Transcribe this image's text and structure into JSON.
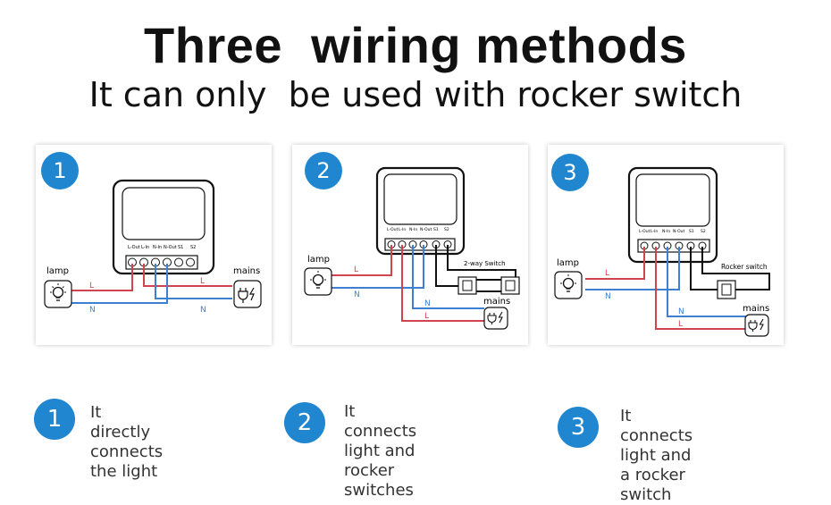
{
  "header": {
    "title": "Three  wiring methods",
    "subtitle": "It can only  be used with rocker switch"
  },
  "panels": [
    {
      "number": "1",
      "terminals": [
        "L-Out",
        "L-In",
        "N-In",
        "N-Out",
        "S1",
        "S2"
      ],
      "lamp_label": "lamp",
      "mains_label": "mains",
      "wire_labels": [
        "L",
        "N",
        "L",
        "N"
      ]
    },
    {
      "number": "2",
      "terminals": [
        "L-Out",
        "L-In",
        "N-In",
        "N-Out",
        "S1",
        "S2"
      ],
      "lamp_label": "lamp",
      "mains_label": "mains",
      "switch_label": "2-way Switch",
      "wire_labels": [
        "L",
        "N",
        "N",
        "L"
      ]
    },
    {
      "number": "3",
      "terminals": [
        "L-Out",
        "L-In",
        "N-In",
        "N-Out",
        "S1",
        "S2"
      ],
      "lamp_label": "lamp",
      "mains_label": "mains",
      "switch_label": "Rocker switch",
      "wire_labels": [
        "L",
        "N",
        "N",
        "L"
      ]
    }
  ],
  "legend": [
    {
      "number": "1",
      "text": "It directly connects\nthe light"
    },
    {
      "number": "2",
      "text": "It connects light and\nrocker switches"
    },
    {
      "number": "3",
      "text": "It connects light and\na rocker switch"
    }
  ],
  "colors": {
    "badge": "#1f86cf",
    "live_wire": "#d0434f",
    "neutral_wire": "#3f7fd1",
    "switch_wire": "#111111"
  }
}
